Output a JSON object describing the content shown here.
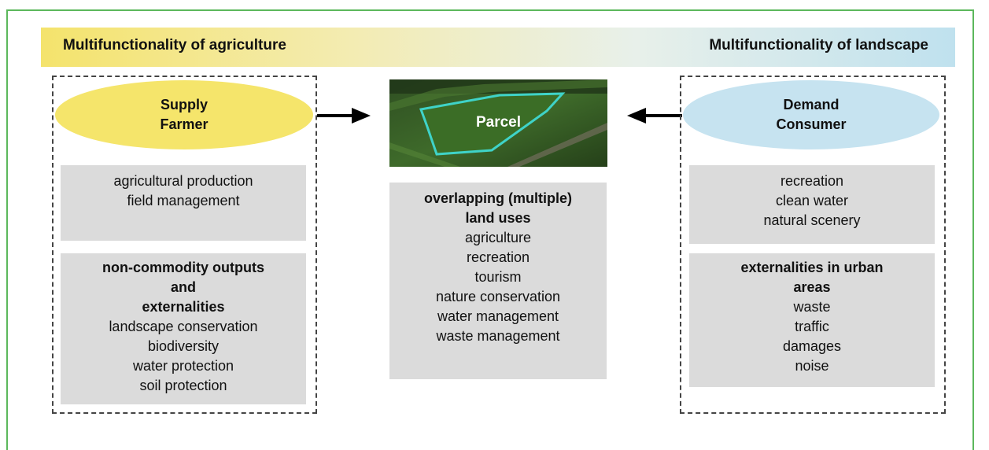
{
  "banner": {
    "left_title": "Multifunctionality of agriculture",
    "right_title": "Multifunctionality of landscape"
  },
  "supply": {
    "ellipse_line1": "Supply",
    "ellipse_line2": "Farmer",
    "box1_lines": [
      "agricultural production",
      "field management"
    ],
    "box2_heading_lines": [
      "non-commodity outputs",
      "and",
      "externalities"
    ],
    "box2_items": [
      "landscape conservation",
      "biodiversity",
      "water protection",
      "soil protection"
    ]
  },
  "parcel": {
    "label": "Parcel",
    "heading_lines": [
      "overlapping (multiple)",
      "land uses"
    ],
    "items": [
      "agriculture",
      "recreation",
      "tourism",
      "nature conservation",
      "water management",
      "waste management"
    ]
  },
  "demand": {
    "ellipse_line1": "Demand",
    "ellipse_line2": "Consumer",
    "box1_lines": [
      "recreation",
      "clean water",
      "natural scenery"
    ],
    "box2_heading_lines": [
      "externalities in urban",
      "areas"
    ],
    "box2_items": [
      "waste",
      "traffic",
      "damages",
      "noise"
    ]
  },
  "colors": {
    "frame_green": "#5cb85c",
    "supply_yellow": "#f5e56b",
    "demand_blue": "#c6e3f0",
    "box_gray": "#dbdbdb",
    "parcel_outline": "#3fd3c8"
  }
}
